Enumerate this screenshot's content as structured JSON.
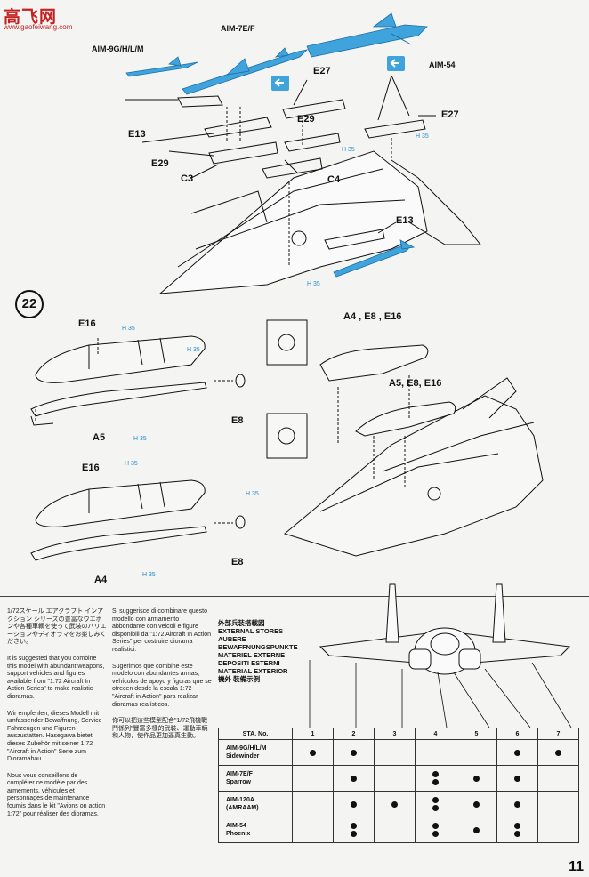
{
  "watermark": {
    "title": "高飞网",
    "url": "www.gaofeiwang.com"
  },
  "step": "22",
  "page_number": "11",
  "missiles": {
    "sidewinder": "AIM-9G/H/L/M",
    "sparrow": "AIM-7E/F",
    "phoenix": "AIM-54"
  },
  "parts_top": {
    "e27a": "E27",
    "e27b": "E27",
    "e13a": "E13",
    "e29a": "E29",
    "e29b": "E29",
    "c3": "C3",
    "c4": "C4",
    "e13b": "E13",
    "h35a": "H 35",
    "h35b": "H 35",
    "h35c": "H 35"
  },
  "parts_tank": {
    "e16a": "E16",
    "e16b": "E16",
    "a5": "A5",
    "a4": "A4",
    "e8a": "E8",
    "e8b": "E8",
    "h35a": "H 35",
    "h35b": "H 35",
    "h35c": "H 35",
    "h35d": "H 35",
    "h35e": "H 35",
    "h35f": "H 35",
    "combo1": "A4 , E8 , E16",
    "combo2": "A5, E8, E16"
  },
  "text_jp": "1/72スケール エアクラフト インアクション シリーズの豊富なウエポンや各種車輌を使って武装のバリエーションやディオラマをお楽しみください。",
  "text_en": "It is suggested that you combine this model with abundant weapons, support vehicles and figures available from \"1:72 Aircraft In Action Series\" to make realistic dioramas.",
  "text_de": "Wir empfehlen, dieses Modell mit umfassender Bewaffnung, Service Fahrzeugen und Figuren auszustatten. Hasegawa bietet dieses Zubehör mit seiner 1:72 \"Aircraft in Action\" Serie zum Dioramabau.",
  "text_fr": "Nous vous conseillons de compléter ce modèle par des armements, véhicules et personnages de maintenance fournis dans le kit \"Avions on action 1:72\" pour réaliser des dioramas.",
  "text_it": "Si suggerisce di combinare questo modello con armamento abbondante con veicoli e figure disponibili da \"1:72 Aircraft In Action Series\" per costruire diorama realistici.",
  "text_es": "Sugerimos que combine este modelo con abundantes armas, vehículos de apoyo y figuras que se ofrecen desde la escala 1:72 \"Aircraft in Action\" para realizar dioramas realísticos.",
  "text_cn": "你可以把這些模型配合\"1/72飛機戰鬥係列\"豐富多樣的武裝、運動車輛和人物，使作品更加逼真生動。",
  "stores_heading": [
    "外部兵装搭載図",
    "EXTERNAL STORES",
    "AUBERE",
    "BEWAFFNUNGSPUNKTE",
    "MATERIEL EXTERNE",
    "DEPOSITI ESTERNI",
    "MATERIAL EXTERIOR",
    "機外 裝備示例"
  ],
  "table": {
    "header": "STA. No.",
    "stations": [
      "1",
      "2",
      "3",
      "4",
      "5",
      "6",
      "7"
    ],
    "rows": [
      {
        "name": "AIM-9G/H/L/M",
        "sub": "Sidewinder",
        "dots": [
          1,
          1,
          0,
          0,
          0,
          1,
          1
        ]
      },
      {
        "name": "AIM-7E/F",
        "sub": "Sparrow",
        "dots": [
          0,
          1,
          0,
          2,
          1,
          1,
          0
        ]
      },
      {
        "name": "AIM-120A",
        "sub": "(AMRAAM)",
        "dots": [
          0,
          1,
          1,
          2,
          1,
          1,
          0
        ]
      },
      {
        "name": "AIM-54",
        "sub": "Phoenix",
        "dots": [
          0,
          2,
          0,
          2,
          1,
          2,
          0
        ]
      }
    ]
  },
  "colors": {
    "missile_blue": "#3fa3dc",
    "text": "#111111",
    "watermark": "#c62020"
  }
}
